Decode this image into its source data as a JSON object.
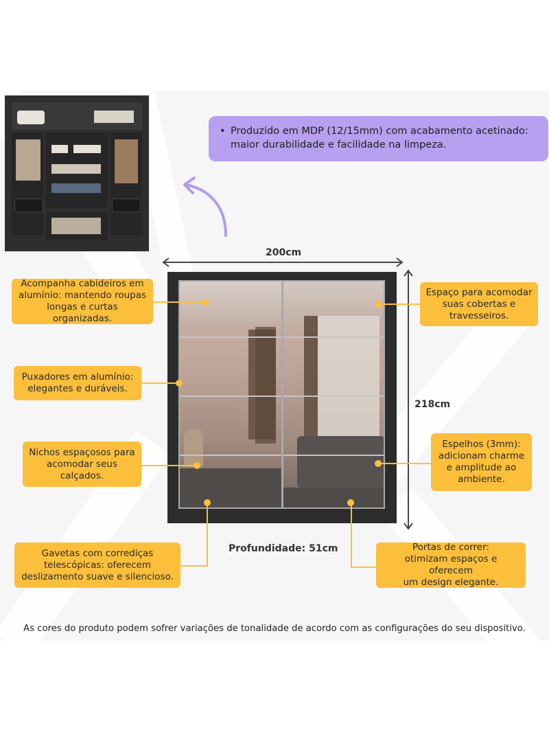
{
  "banner": {
    "text": "Produzido em MDP (12/15mm) com acabamento acetinado: maior durabilidade e facilidade na limpeza."
  },
  "dimensions": {
    "width": "200cm",
    "height": "218cm",
    "depth": "Profundidade: 51cm"
  },
  "callouts": {
    "cabideiros": "Acompanha cabideiros em\nalumínio: mantendo roupas\nlongas e curtas organizadas.",
    "puxadores": "Puxadores em alumínio:\nelegantes e duráveis.",
    "nichos": "Nichos espaçosos para\nacomodar seus\ncalçados.",
    "gavetas": "Gavetas com corrediças\ntelescópicas: oferecem\ndeslizamento suave e silencioso.",
    "espaco": "Espaço para acomodar\nsuas cobertas e\ntravesseiros.",
    "espelhos": "Espelhos (3mm):\nadicionam charme\ne amplitude ao\nambiente.",
    "portas": "Portas de correr:\notimizam espaços e oferecem\num design elegante."
  },
  "footer": "As cores do produto podem sofrer variações de tonalidade de acordo com as configurações do seu dispositivo.",
  "colors": {
    "callout": "#fbbf3c",
    "banner": "#b6a0ef",
    "wardrobe": "#2c2c2c",
    "arrow": "#b39af0"
  }
}
